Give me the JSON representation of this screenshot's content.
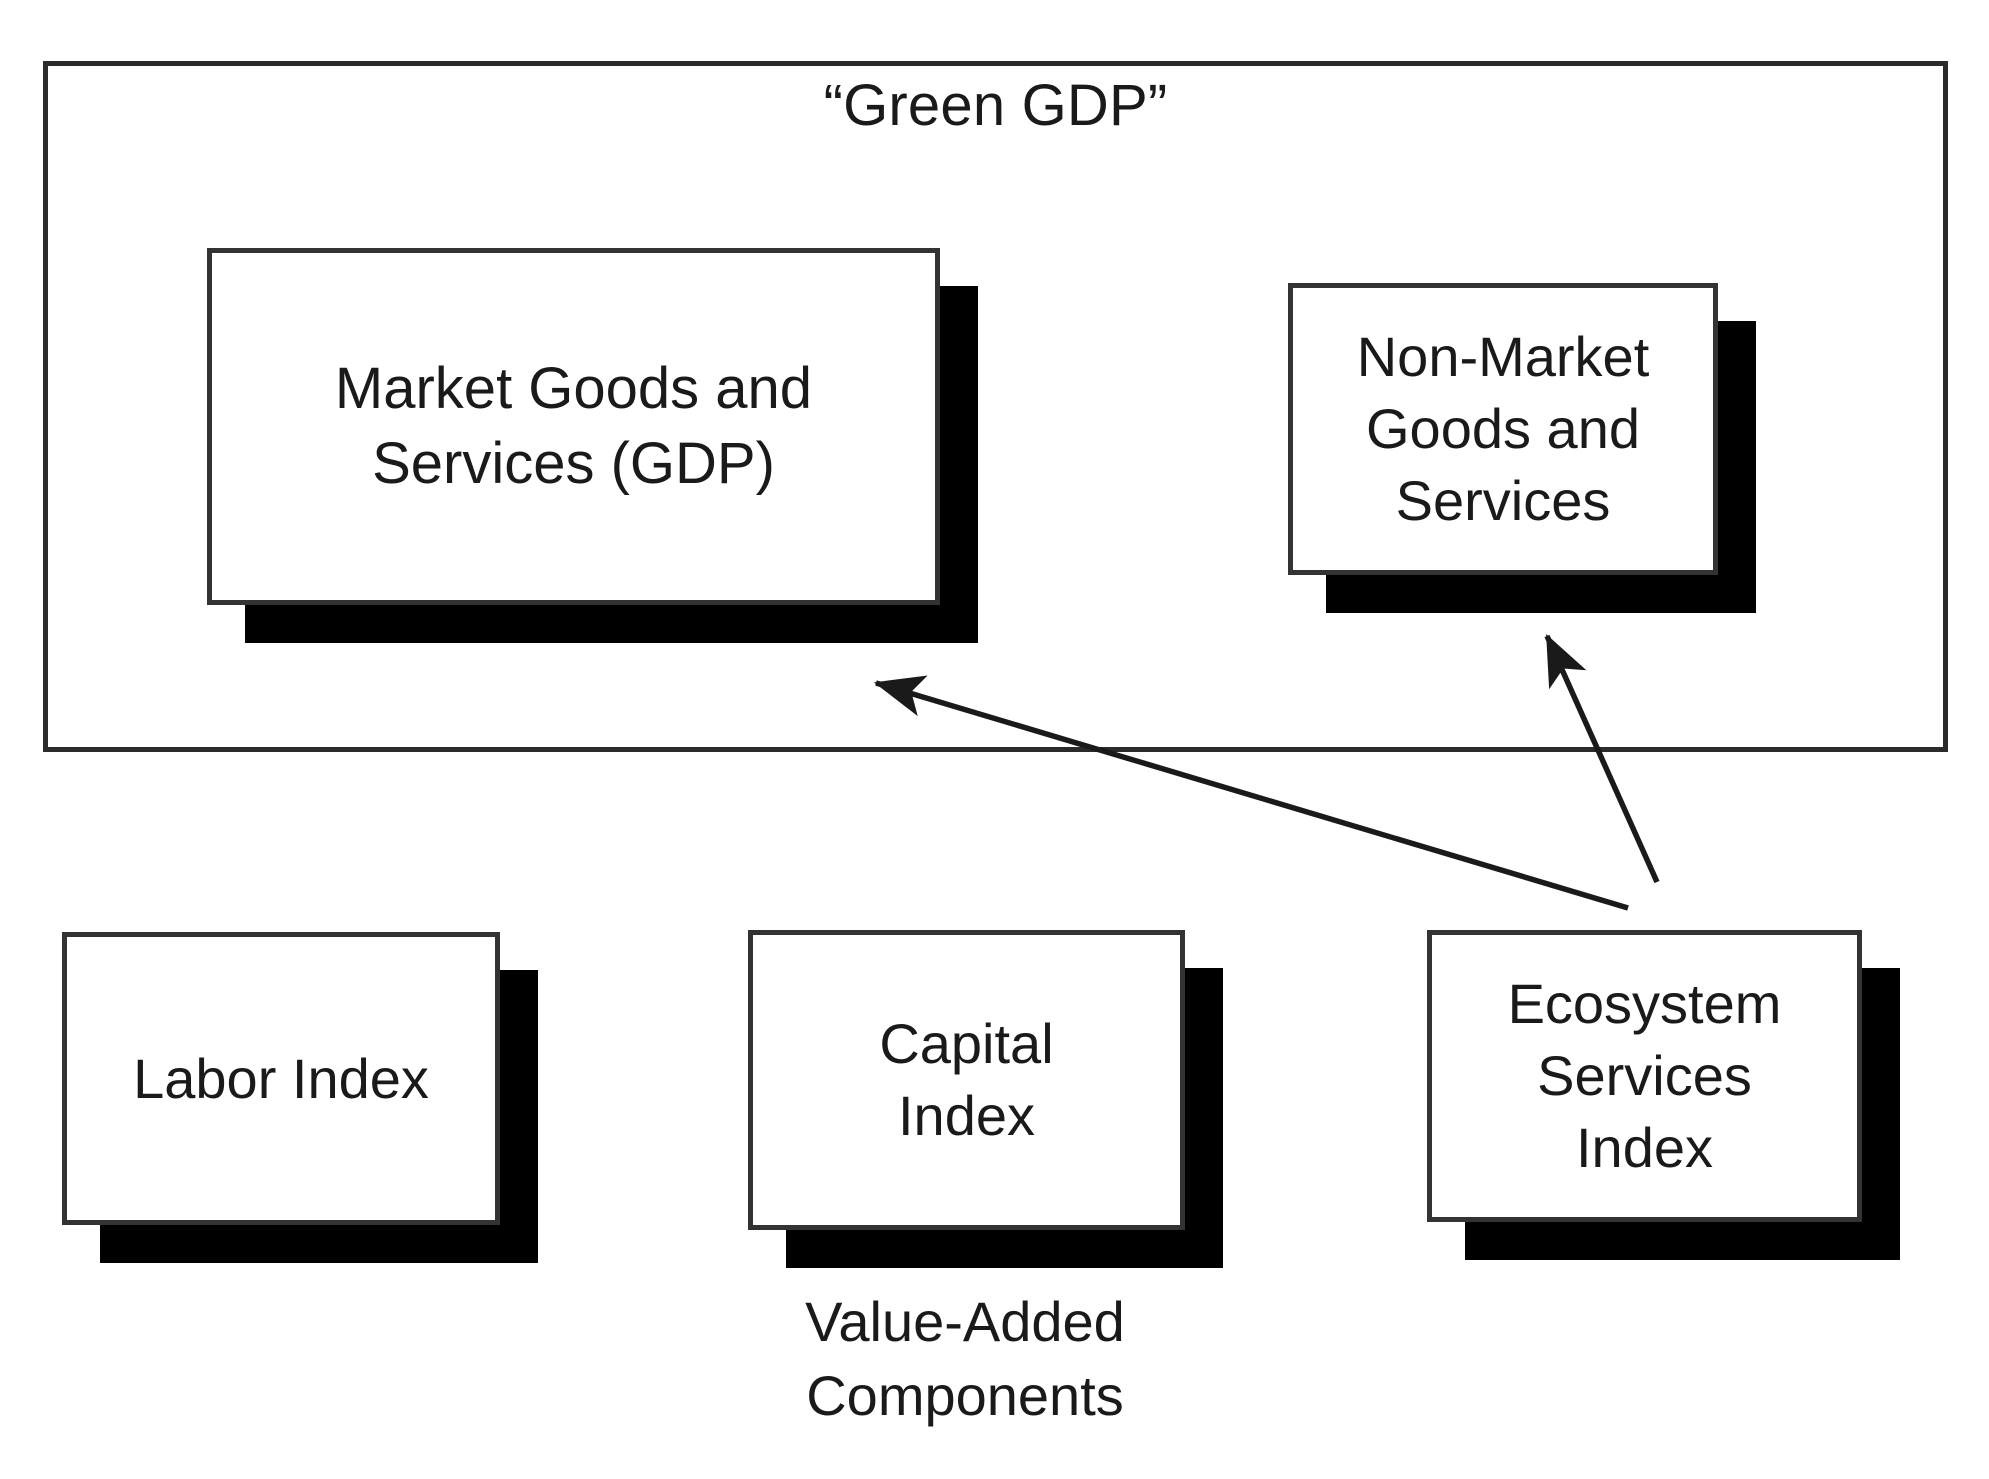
{
  "diagram": {
    "title": "“Green GDP”",
    "container_label": "“Green GDP”",
    "caption": "Value-Added\nComponents",
    "colors": {
      "box_border": "#333333",
      "box_fill": "#ffffff",
      "box_shadow": "#000000",
      "frame_border": "#2b2b2b",
      "text": "#1a1a1a",
      "connector": "#1a1a1a"
    },
    "nodes": [
      {
        "id": "market-goods",
        "label": "Market Goods and\nServices (GDP)",
        "group": "green-gdp"
      },
      {
        "id": "non-market-goods",
        "label": "Non-Market\nGoods and\nServices",
        "group": "green-gdp"
      },
      {
        "id": "labor-index",
        "label": "Labor Index",
        "group": "value-added"
      },
      {
        "id": "capital-index",
        "label": "Capital\nIndex",
        "group": "value-added"
      },
      {
        "id": "ecosystem-services-index",
        "label": "Ecosystem\nServices\nIndex",
        "group": "value-added"
      }
    ],
    "connectors": [
      {
        "id": "ecosystem-to-market",
        "from": "ecosystem-services-index",
        "to": "market-goods",
        "arrowhead": "to"
      },
      {
        "id": "ecosystem-to-non-market",
        "from": "ecosystem-services-index",
        "to": "non-market-goods",
        "arrowhead": "to"
      }
    ]
  }
}
